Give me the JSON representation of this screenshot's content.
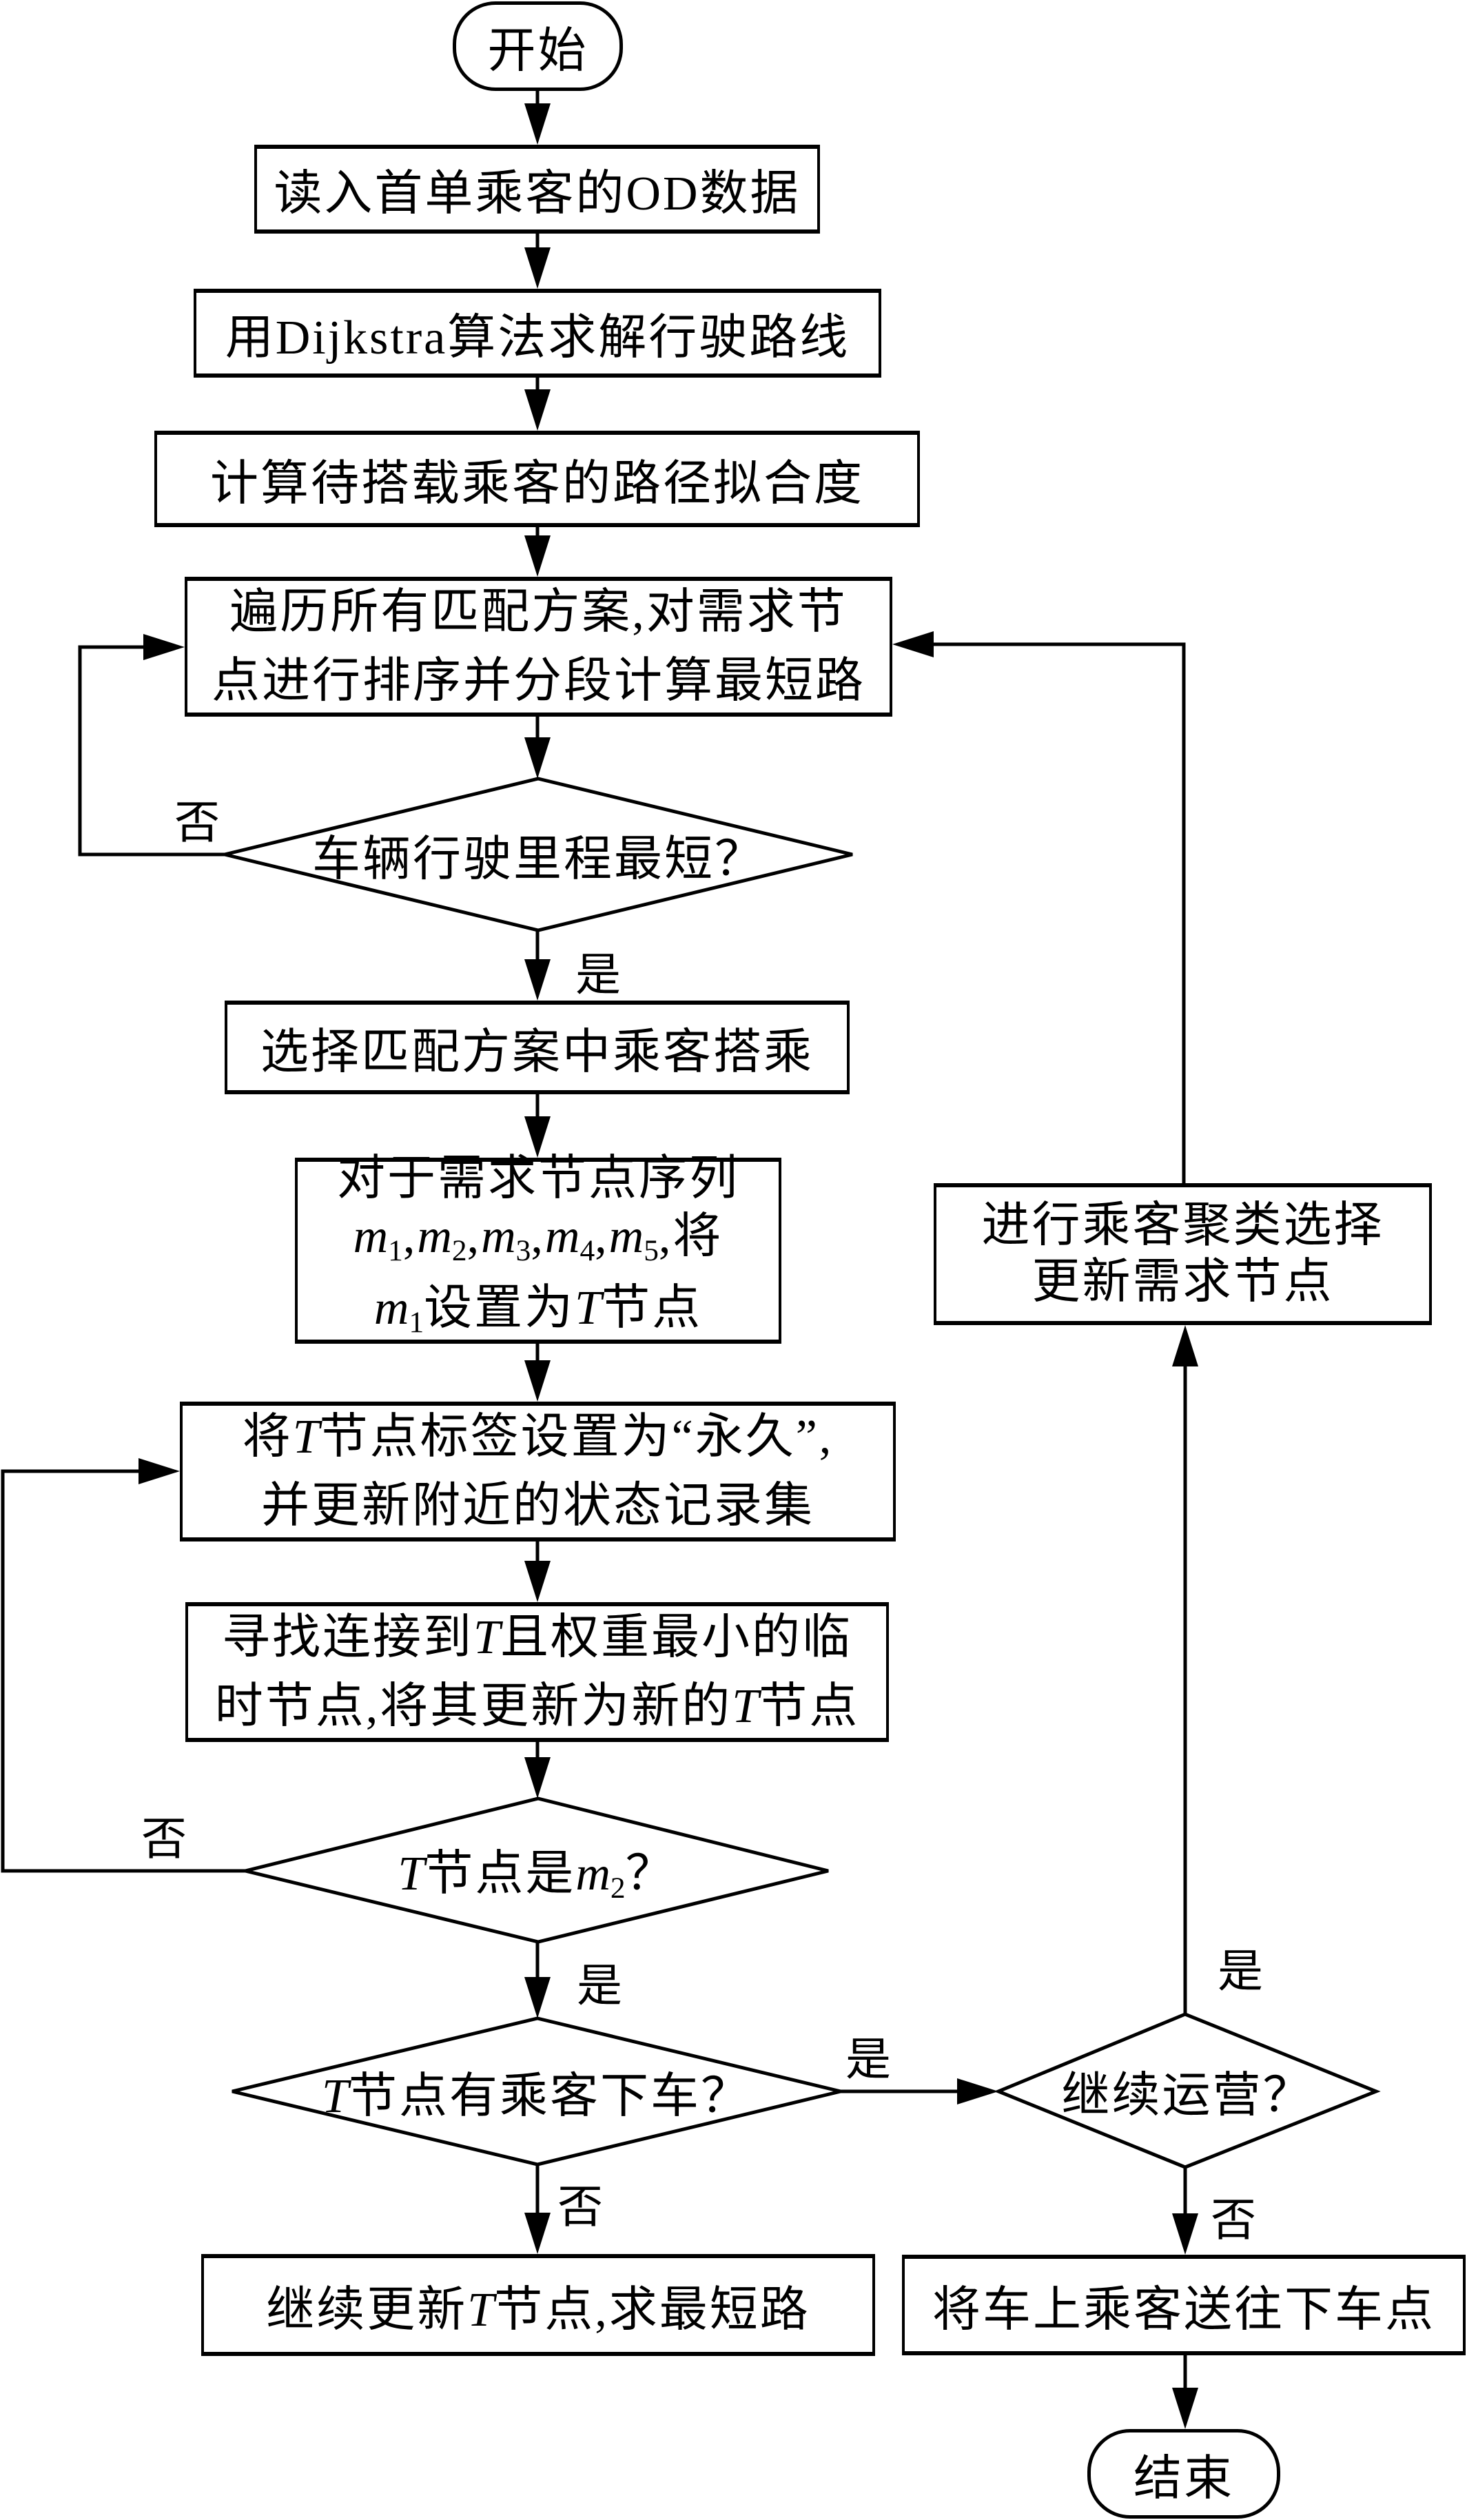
{
  "diagram": {
    "type": "flowchart",
    "nodes": {
      "start": {
        "text": "开始"
      },
      "read_od": {
        "text": "读入首单乘客的OD数据"
      },
      "dijkstra": {
        "text": "用Dijkstra算法求解行驶路线"
      },
      "path_fit": {
        "text": "计算待搭载乘客的路径拟合度"
      },
      "traverse": {
        "lines": [
          "遍历所有匹配方案,对需求节",
          "点进行排序并分段计算最短路"
        ]
      },
      "shortest_check": {
        "text": "车辆行驶里程最短？"
      },
      "select_scheme": {
        "text": "选择匹配方案中乘客搭乘"
      },
      "node_sequence": {
        "line1": "对于需求节点序列",
        "line2": [
          "m",
          "1",
          ",",
          "m",
          "2",
          ",",
          "m",
          "3",
          ",",
          "m",
          "4",
          ",",
          "m",
          "5",
          ",将"
        ],
        "line3": [
          "m",
          "1",
          "设置为",
          "T",
          "节点"
        ]
      },
      "set_permanent": {
        "line1": [
          "将",
          "T",
          "节点标签设置为“永久”,"
        ],
        "line2": "并更新附近的状态记录集"
      },
      "find_min": {
        "line1": [
          "寻找连接到",
          "T",
          "且权重最小的临"
        ],
        "line2": [
          "时节点,将其更新为新的",
          "T",
          "节点"
        ]
      },
      "is_m2": {
        "segments": [
          "T",
          "节点是",
          "m",
          "2",
          "？"
        ]
      },
      "dropoff_check": {
        "segments": [
          "T",
          "节点有乘客下车？"
        ]
      },
      "continue_update": {
        "segments": [
          "继续更新",
          "T",
          "节点,求最短路"
        ]
      },
      "continue_ops": {
        "text": "继续运营？"
      },
      "cluster": {
        "lines": [
          "进行乘客聚类选择",
          "更新需求节点"
        ]
      },
      "send_dropoff": {
        "text": "将车上乘客送往下车点"
      },
      "end": {
        "text": "结束"
      }
    },
    "edge_labels": {
      "shortest_no": "否",
      "shortest_yes": "是",
      "m2_no": "否",
      "m2_yes": "是",
      "dropoff_yes": "是",
      "dropoff_no": "否",
      "ops_yes": "是",
      "ops_no": "否"
    },
    "edges": [
      {
        "from": "start",
        "to": "read_od",
        "label": ""
      },
      {
        "from": "read_od",
        "to": "dijkstra",
        "label": ""
      },
      {
        "from": "dijkstra",
        "to": "path_fit",
        "label": ""
      },
      {
        "from": "path_fit",
        "to": "traverse",
        "label": ""
      },
      {
        "from": "traverse",
        "to": "shortest_check",
        "label": ""
      },
      {
        "from": "shortest_check",
        "to": "traverse",
        "label": "否"
      },
      {
        "from": "shortest_check",
        "to": "select_scheme",
        "label": "是"
      },
      {
        "from": "select_scheme",
        "to": "node_sequence",
        "label": ""
      },
      {
        "from": "node_sequence",
        "to": "set_permanent",
        "label": ""
      },
      {
        "from": "set_permanent",
        "to": "find_min",
        "label": ""
      },
      {
        "from": "find_min",
        "to": "is_m2",
        "label": ""
      },
      {
        "from": "is_m2",
        "to": "set_permanent",
        "label": "否"
      },
      {
        "from": "is_m2",
        "to": "dropoff_check",
        "label": "是"
      },
      {
        "from": "dropoff_check",
        "to": "continue_ops",
        "label": "是"
      },
      {
        "from": "dropoff_check",
        "to": "continue_update",
        "label": "否"
      },
      {
        "from": "continue_ops",
        "to": "cluster",
        "label": "是"
      },
      {
        "from": "continue_ops",
        "to": "send_dropoff",
        "label": "否"
      },
      {
        "from": "cluster",
        "to": "traverse",
        "label": ""
      },
      {
        "from": "send_dropoff",
        "to": "end",
        "label": ""
      }
    ]
  },
  "colors": {
    "stroke": "#000000",
    "text": "#000000",
    "background": "#ffffff"
  }
}
